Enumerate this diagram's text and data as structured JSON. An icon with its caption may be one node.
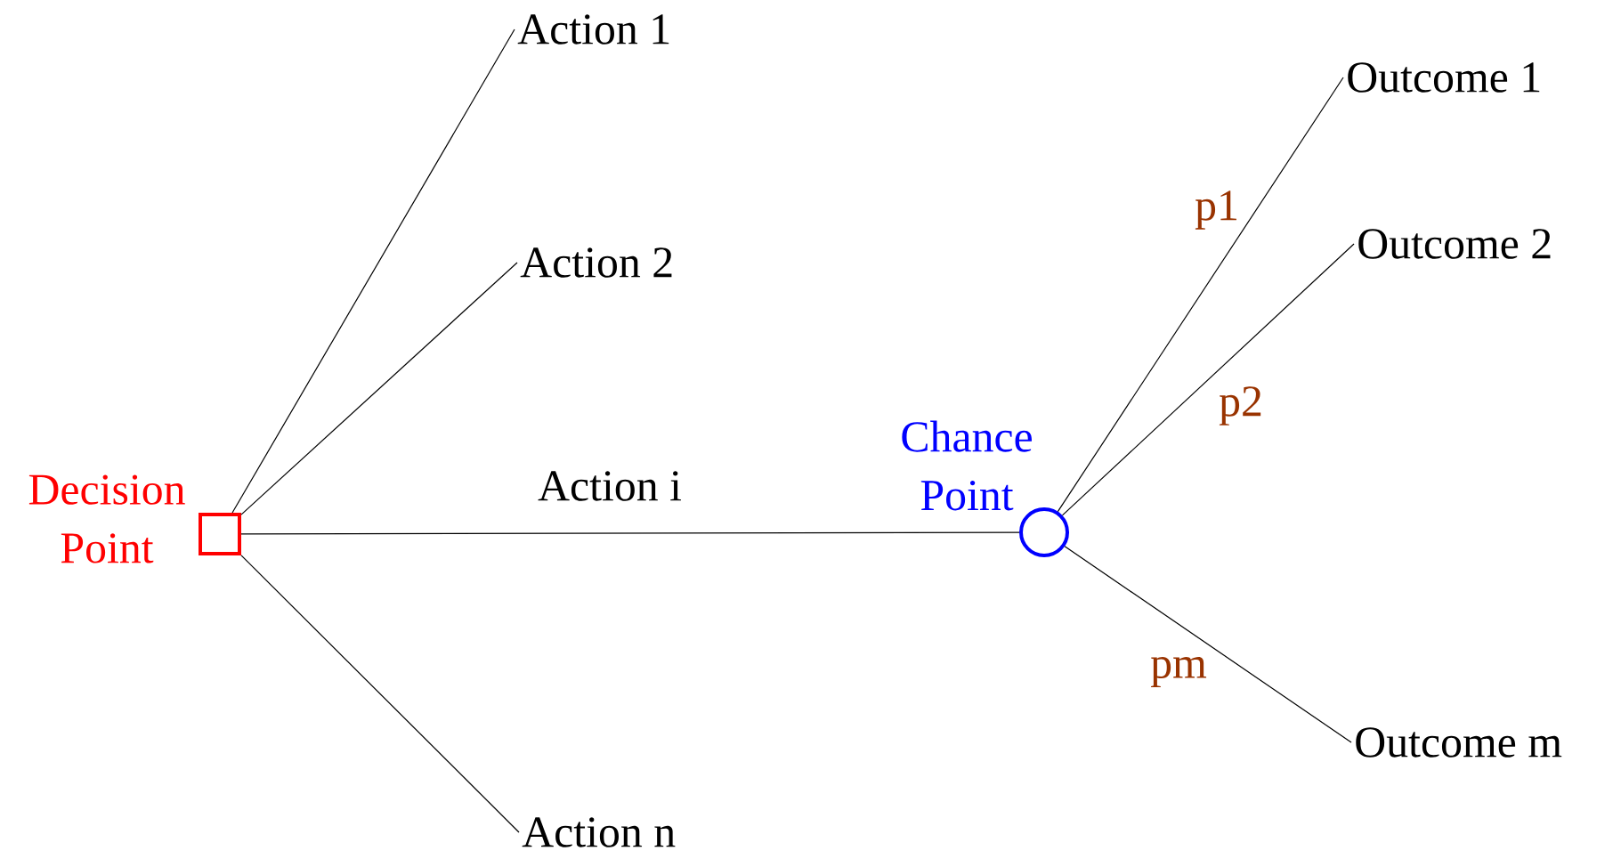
{
  "diagram": {
    "nodes": [
      {
        "text": [
          "Decision Point"
        ]
      },
      {
        "text": [
          "Action 1"
        ]
      },
      {
        "text": [
          "Action 2"
        ]
      },
      {
        "text": [
          "Action n"
        ]
      },
      {
        "text": [
          "Chance Point"
        ]
      },
      {
        "text": [
          "Outcome 1"
        ]
      },
      {
        "text": [
          "Outcome 2"
        ]
      },
      {
        "text": [
          "Outcome m"
        ]
      }
    ],
    "edges": [
      {
        "from": 0,
        "to": 1,
        "arrow": "none"
      },
      {
        "from": 0,
        "to": 2,
        "arrow": "none"
      },
      {
        "from": 0,
        "to": 4,
        "arrow": "none",
        "label": "Action i"
      },
      {
        "from": 0,
        "to": 3,
        "arrow": "none"
      },
      {
        "from": 4,
        "to": 5,
        "arrow": "none",
        "label": "p1"
      },
      {
        "from": 4,
        "to": 6,
        "arrow": "none",
        "label": "p2"
      },
      {
        "from": 4,
        "to": 7,
        "arrow": "none",
        "label": "pm"
      }
    ]
  }
}
